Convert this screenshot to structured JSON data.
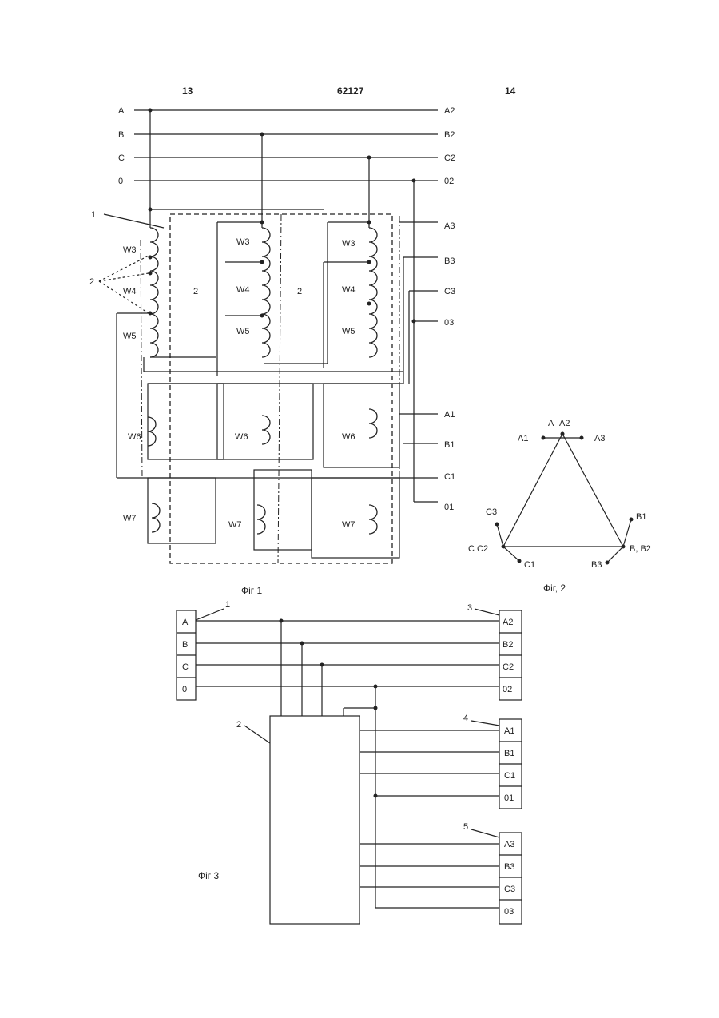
{
  "header": {
    "left": "13",
    "center": "62127",
    "right": "14"
  },
  "fig1": {
    "caption": "Фiг 1",
    "input_left": [
      "A",
      "B",
      "C",
      "0"
    ],
    "input_right": [
      "A2",
      "B2",
      "C2",
      "02"
    ],
    "out3": [
      "A3",
      "B3",
      "C3",
      "03"
    ],
    "out1": [
      "A1",
      "B1",
      "C1",
      "01"
    ],
    "winding_w3": "W3",
    "winding_w4": "W4",
    "winding_w5": "W5",
    "winding_w5_alt": "W5",
    "winding_w6": "W6",
    "winding_w7": "W7",
    "core_label": "2",
    "ref_1": "1",
    "ref_2": "2"
  },
  "fig2": {
    "caption": "Фiг, 2",
    "top_a": "A",
    "top_a2": "A2",
    "a1": "A1",
    "a3": "A3",
    "c3": "C3",
    "c_c2": "C  C2",
    "c1": "C1",
    "b1": "B1",
    "b_b2": "B, B2",
    "b3": "B3"
  },
  "fig3": {
    "caption": "Фiг 3",
    "ref_1": "1",
    "ref_2": "2",
    "ref_3": "3",
    "ref_4": "4",
    "ref_5": "5",
    "block1": [
      "A",
      "B",
      "C",
      "0"
    ],
    "block3": [
      "A2",
      "B2",
      "C2",
      "02"
    ],
    "block4": [
      "A1",
      "B1",
      "C1",
      "01"
    ],
    "block5": [
      "A3",
      "B3",
      "C3",
      "03"
    ]
  }
}
